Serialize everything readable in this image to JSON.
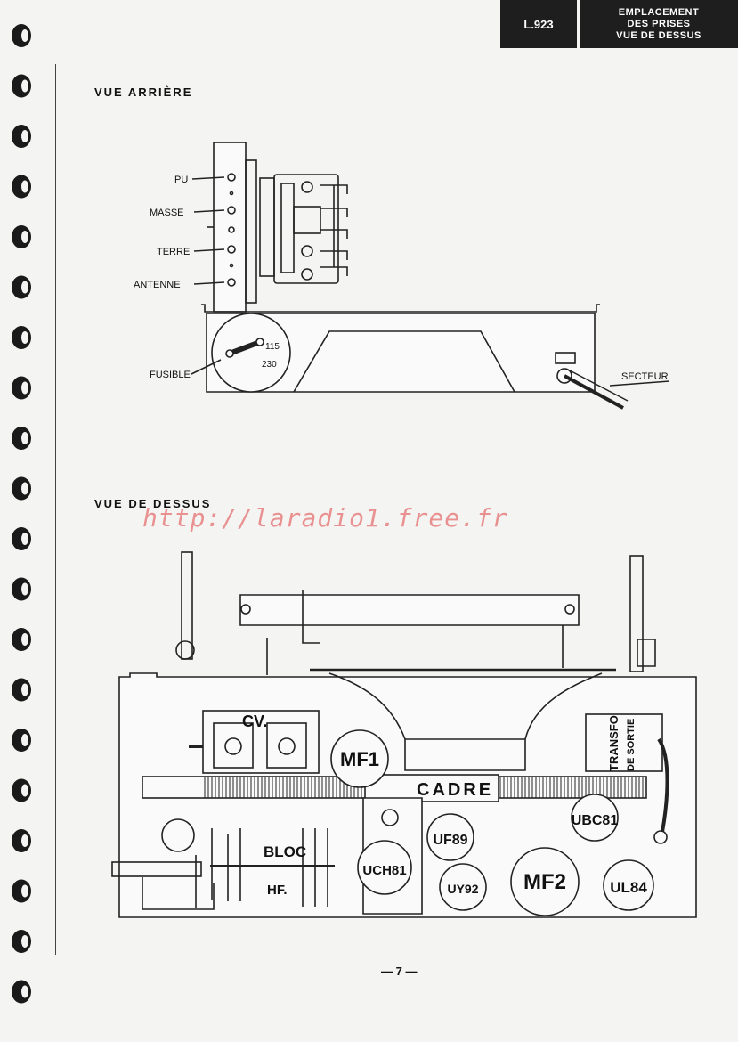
{
  "header": {
    "code": "L.923",
    "title_lines": [
      "EMPLACEMENT",
      "DES PRISES",
      "VUE DE DESSUS"
    ]
  },
  "rear_view": {
    "label": "VUE ARRIÈRE",
    "connectors": {
      "pu": "PU",
      "masse": "MASSE",
      "terre": "TERRE",
      "antenne": "ANTENNE"
    },
    "fuse_label": "FUSIBLE",
    "voltage_115": "115",
    "voltage_230": "230",
    "mains_label": "SECTEUR"
  },
  "top_view": {
    "label": "VUE DE DESSUS",
    "cv": "CV.",
    "mf1": "MF1",
    "cadre": "CADRE",
    "transfo": [
      "TRANSFO",
      "DE SORTIE"
    ],
    "bloc": "BLOC",
    "hf": "HF.",
    "ubc81": "UBC81",
    "uf89": "UF89",
    "uch81": "UCH81",
    "uy92": "UY92",
    "mf2": "MF2",
    "ul84": "UL84"
  },
  "watermark": "http://laradio1.free.fr",
  "page_number": "— 7 —"
}
